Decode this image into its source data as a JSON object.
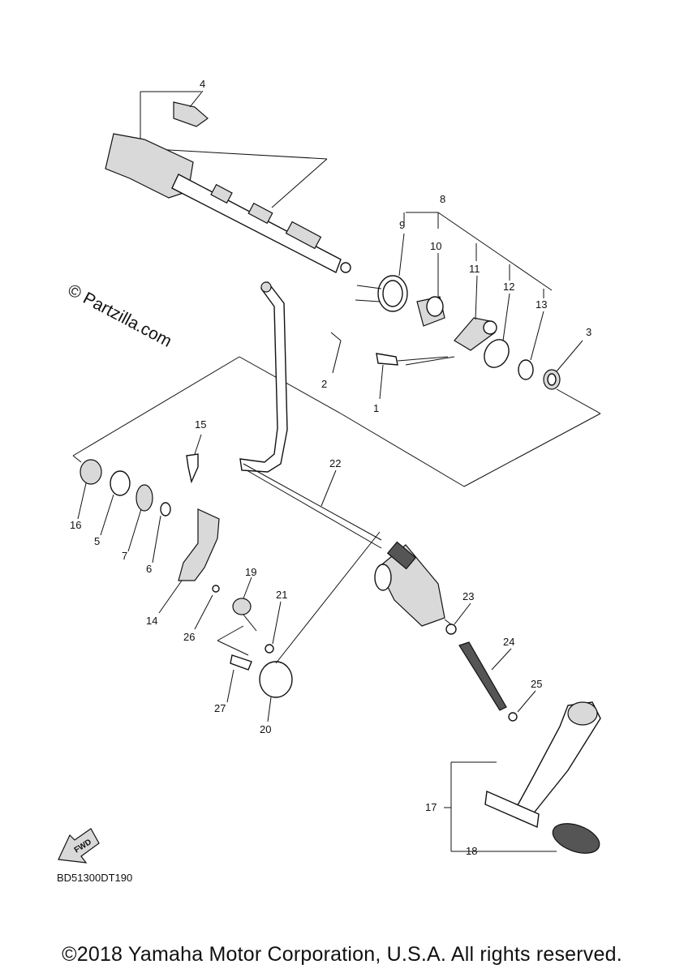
{
  "watermark": "© Partzilla.com",
  "diagram_code": "BD51300DT190",
  "fwd_label": "FWD",
  "copyright": "©2018 Yamaha Motor Corporation, U.S.A. All rights reserved.",
  "callouts": {
    "c1": "1",
    "c2": "2",
    "c3": "3",
    "c4": "4",
    "c5": "5",
    "c6": "6",
    "c7": "7",
    "c8": "8",
    "c9": "9",
    "c10": "10",
    "c11": "11",
    "c12": "12",
    "c13": "13",
    "c14": "14",
    "c15": "15",
    "c16": "16",
    "c17": "17",
    "c18": "18",
    "c19": "19",
    "c20": "20",
    "c21": "21",
    "c22": "22",
    "c23": "23",
    "c24": "24",
    "c25": "25",
    "c26": "26",
    "c27": "27"
  }
}
